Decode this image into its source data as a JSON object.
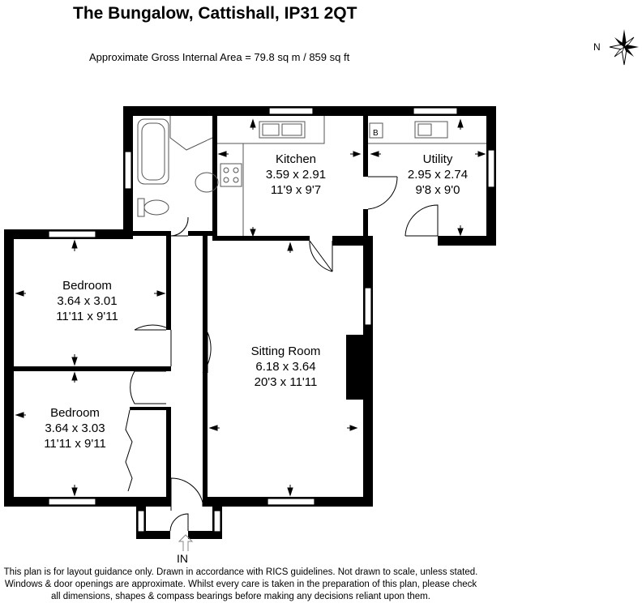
{
  "header": {
    "title": "The Bungalow, Cattishall, IP31 2QT",
    "area": "Approximate Gross Internal Area = 79.8 sq m / 859 sq ft"
  },
  "compass": {
    "label": "N",
    "icon": "compass-rose-icon"
  },
  "rooms": {
    "kitchen": {
      "name": "Kitchen",
      "metric": "3.59 x 2.91",
      "imperial": "11'9 x 9'7"
    },
    "utility": {
      "name": "Utility",
      "metric": "2.95 x 2.74",
      "imperial": "9'8 x 9'0"
    },
    "bedroom1": {
      "name": "Bedroom",
      "metric": "3.64 x 3.01",
      "imperial": "11'11 x 9'11"
    },
    "bedroom2": {
      "name": "Bedroom",
      "metric": "3.64 x 3.03",
      "imperial": "11'11 x 9'11"
    },
    "sitting": {
      "name": "Sitting Room",
      "metric": "6.18 x 3.64",
      "imperial": "20'3 x 11'11"
    }
  },
  "utility_label": "B",
  "entry_label": "IN",
  "disclaimer": "This plan is for layout guidance only. Drawn in accordance with RICS guidelines. Not drawn to scale, unless stated. Windows & door openings are approximate. Whilst every care is taken in the preparation of this plan, please check all dimensions, shapes & compass bearings before making any decisions reliant upon them.",
  "colors": {
    "wall": "#000000",
    "background": "#ffffff",
    "fixture": "#555555"
  }
}
